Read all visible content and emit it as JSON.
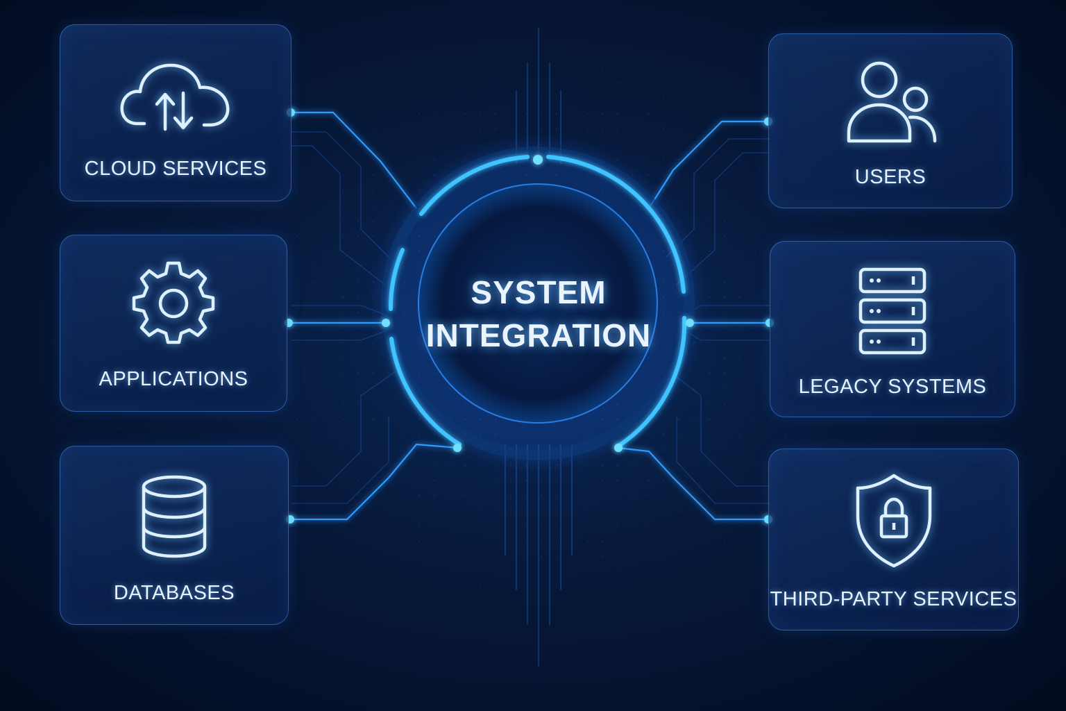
{
  "hub": {
    "title_line1": "SYSTEM",
    "title_line2": "INTEGRATION"
  },
  "left_nodes": [
    {
      "label": "CLOUD SERVICES",
      "icon": "cloud-sync-icon"
    },
    {
      "label": "APPLICATIONS",
      "icon": "gear-icon"
    },
    {
      "label": "DATABASES",
      "icon": "database-icon"
    }
  ],
  "right_nodes": [
    {
      "label": "USERS",
      "icon": "users-icon"
    },
    {
      "label": "LEGACY SYSTEMS",
      "icon": "server-rack-icon"
    },
    {
      "label": "THIRD-PARTY SERVICES",
      "icon": "shield-lock-icon"
    }
  ],
  "colors": {
    "background": "#04112b",
    "card_border": "#3f7fd6",
    "circuit_line": "#2b8fff",
    "glow": "#4fd2ff",
    "text": "#e8f3ff"
  }
}
